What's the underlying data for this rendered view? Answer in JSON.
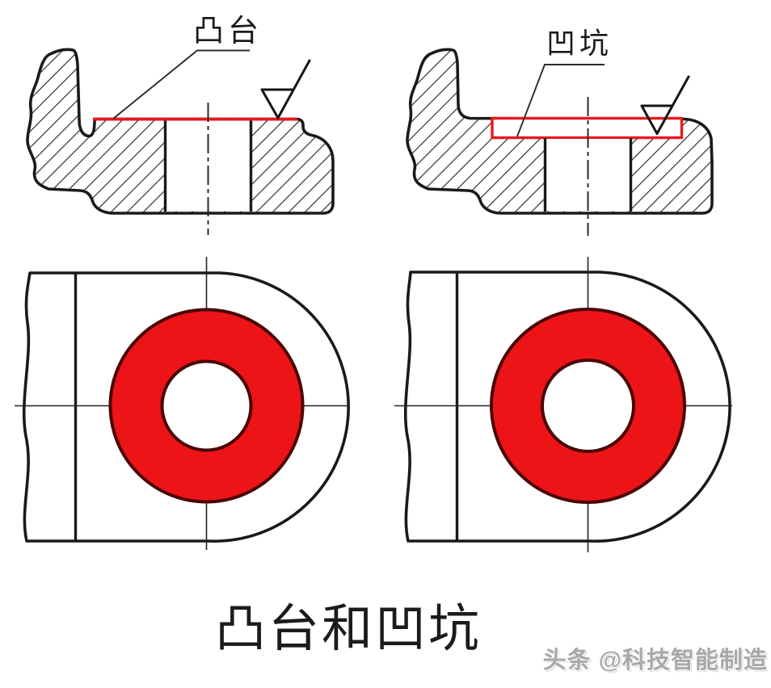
{
  "drawing": {
    "title_caption": "凸台和凹坑",
    "labels": {
      "boss": "凸台",
      "pit": "凹坑"
    },
    "watermark": "头条 @科技智能制造",
    "icons": {
      "left_symbol": "surface-finish-symbol",
      "right_symbol": "surface-finish-symbol"
    },
    "colors": {
      "highlight": "#e8191d",
      "ring_fill": "#ed1417",
      "ring_outline": "#4a0404",
      "outline": "#1a1a1a",
      "background": "#ffffff"
    }
  }
}
